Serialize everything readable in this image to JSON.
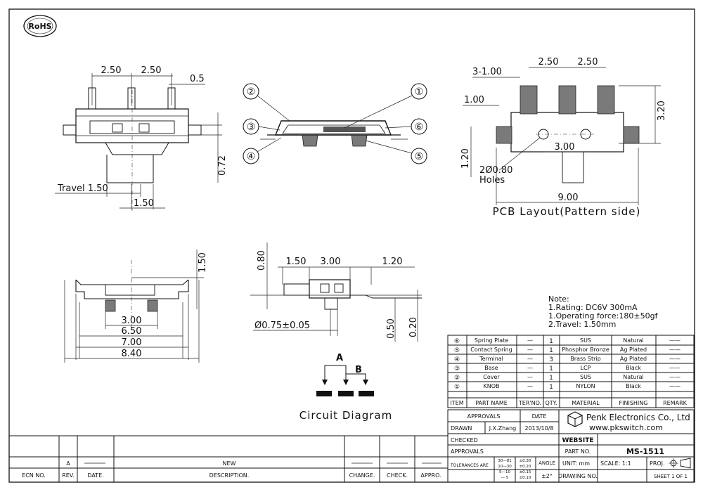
{
  "badge": {
    "text": "RoHS"
  },
  "views": {
    "top_left": {
      "dim_pitch_1": "2.50",
      "dim_pitch_2": "2.50",
      "dim_pin": "0.5",
      "dim_height": "0.72",
      "travel": "Travel 1.50",
      "dim_width": "1.50"
    },
    "section": {
      "callouts": [
        "①",
        "②",
        "③",
        "④",
        "⑤",
        "⑥"
      ]
    },
    "pcb": {
      "dim_pads": "3-1.00",
      "dim_pitch_1": "2.50",
      "dim_pitch_2": "2.50",
      "dim_pad": "1.00",
      "dim_height": "3.20",
      "dim_gap": "3.00",
      "dim_side": "1.20",
      "holes_1": "2Ø0.80",
      "holes_2": "Holes",
      "dim_total": "9.00",
      "title": "PCB Layout(Pattern side)"
    },
    "bottom_left": {
      "dim_top": "1.50",
      "dim_a": "3.00",
      "dim_b": "6.50",
      "dim_c": "7.00",
      "dim_d": "8.40"
    },
    "side": {
      "dim_v": "0.80",
      "dim_a": "1.50",
      "dim_b": "3.00",
      "dim_c": "1.20",
      "dim_d": "0.50",
      "dim_e": "0.20",
      "dia": "Ø0.75±0.05"
    },
    "circuit": {
      "label_a": "A",
      "label_b": "B",
      "title": "Circuit Diagram"
    }
  },
  "notes": {
    "title": "Note:",
    "lines": [
      "1.Rating: DC6V 300mA",
      "1.Operating force:180±50gf",
      "2.Travel: 1.50mm"
    ]
  },
  "bom": {
    "headers": [
      "ITEM",
      "PART NAME",
      "TER'NO.",
      "QTY.",
      "MATERIAL",
      "FINISHING",
      "REMARK"
    ],
    "rows": [
      {
        "item": "⑥",
        "name": "Spring Plate",
        "ter": "—",
        "qty": "1",
        "material": "SUS",
        "finish": "Natural",
        "remark": "——"
      },
      {
        "item": "⑤",
        "name": "Contact Spring",
        "ter": "—",
        "qty": "1",
        "material": "Phosphor Bronze",
        "finish": "Ag Plated",
        "remark": "——"
      },
      {
        "item": "④",
        "name": "Terminal",
        "ter": "—",
        "qty": "3",
        "material": "Brass Strip",
        "finish": "Ag Plated",
        "remark": "——"
      },
      {
        "item": "③",
        "name": "Base",
        "ter": "—",
        "qty": "1",
        "material": "LCP",
        "finish": "Black",
        "remark": "——"
      },
      {
        "item": "②",
        "name": "Cover",
        "ter": "—",
        "qty": "1",
        "material": "SUS",
        "finish": "Natural",
        "remark": "——"
      },
      {
        "item": "①",
        "name": "KNOB",
        "ter": "—",
        "qty": "1",
        "material": "NYLON",
        "finish": "Black",
        "remark": "——"
      }
    ]
  },
  "title_block": {
    "approvals": "APPROVALS",
    "date": "DATE",
    "drawn": "DRAWN",
    "drawn_by": "J.X.Zhang",
    "drawn_date": "2013/10/8",
    "checked": "CHECKED",
    "approvals2": "APPROVALS",
    "company": "Penk Electronics Co., Ltd",
    "website_url": "www.pkswitch.com",
    "website": "WEBSITE",
    "part_no_label": "PART NO.",
    "part_no": "MS-1511",
    "tolerances": "TOLERANCES ARE",
    "tol_ranges": [
      "30—81",
      "10—30",
      "5—10",
      "— 5"
    ],
    "tol_values": [
      "±0.30",
      "±0.20",
      "±0.15",
      "±0.10"
    ],
    "angle": "ANGLE",
    "angle_val": "±2°",
    "unit": "UNIT: mm",
    "scale": "SCALE:  1:1",
    "proj": "PROJ.",
    "drawing_no": "DRAWING NO.",
    "sheet": "SHEET  1  OF  1"
  },
  "revision": {
    "rev": "A",
    "new": "NEW",
    "headers": [
      "ECN NO.",
      "REV.",
      "DATE.",
      "DESCRIPTION.",
      "CHANGE.",
      "CHECK.",
      "APPRO."
    ]
  }
}
